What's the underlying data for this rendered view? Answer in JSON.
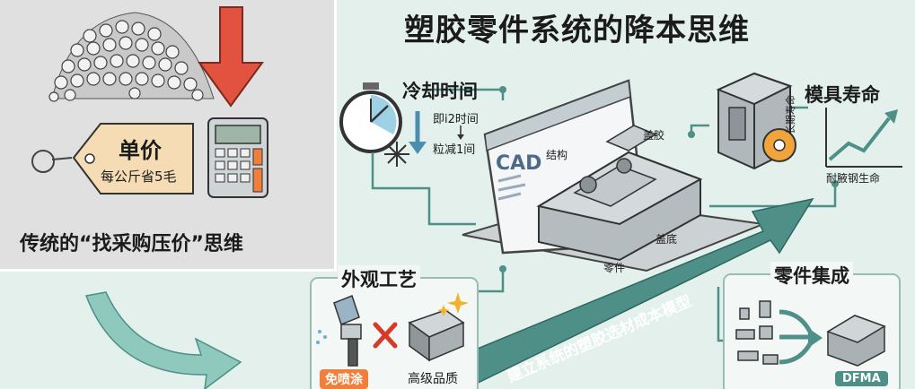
{
  "main_title": "塑胶零件系统的降本思维",
  "left_panel": {
    "tag_title": "单价",
    "tag_subtitle": "每公斤省5毛",
    "caption": "传统的“找采购压价”思维"
  },
  "cooling": {
    "title": "冷却时间",
    "note_line1": "即i2时间",
    "note_line2": "粒减1间"
  },
  "screen": {
    "app_label": "CAD",
    "label_structure": "结构",
    "label_cover": "盖胶",
    "label_base": "盖底",
    "label_part": "零件"
  },
  "mold_life": {
    "title": "模具寿命",
    "axis_y": "长期寿命",
    "axis_x": "耐腋钢生命"
  },
  "appearance": {
    "title": "外观工艺",
    "badge_no_spray": "免喷涂",
    "label_quality": "高级品质"
  },
  "integration": {
    "title": "零件集成",
    "badge": "DFMA"
  },
  "arrow_text": "建立系统的塑胶选材成本模型",
  "colors": {
    "bg": "#e3f0ec",
    "left_panel": "#e2e2e2",
    "teal": "#4e8f88",
    "red": "#e2533f",
    "tag": "#f6dcb5",
    "orange": "#ef7f3b"
  }
}
